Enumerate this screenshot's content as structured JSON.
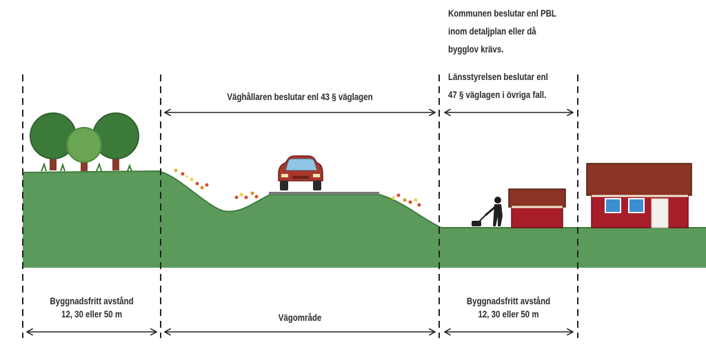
{
  "top_note": {
    "line1": "Kommunen beslutar enl PBL",
    "line2": "inom detaljplan eller då",
    "line3": "bygglov krävs."
  },
  "side_note": {
    "line1": "Länsstyrelsen beslutar enl",
    "line2": "47 § väglagen i övriga fall."
  },
  "road_authority": "Väghållaren beslutar enl 43 § väglagen",
  "zones": {
    "left": {
      "line1": "Byggnadsfritt avstånd",
      "line2": "12, 30 eller 50 m"
    },
    "middle": {
      "line1": "Vägområde"
    },
    "right": {
      "line1": "Byggnadsfritt avstånd",
      "line2": "12, 30 eller 50 m"
    }
  },
  "colors": {
    "ground": "#5b9a5a",
    "ground_edge": "#3f7c3c",
    "tree_dark": "#3c7a3a",
    "tree_light": "#6aa553",
    "trunk": "#8a3a2a",
    "car": "#a8372c",
    "road": "#7a7a7a",
    "house_wall": "#a71e2a",
    "roof": "#8b3324",
    "window": "#3b8ed0"
  }
}
